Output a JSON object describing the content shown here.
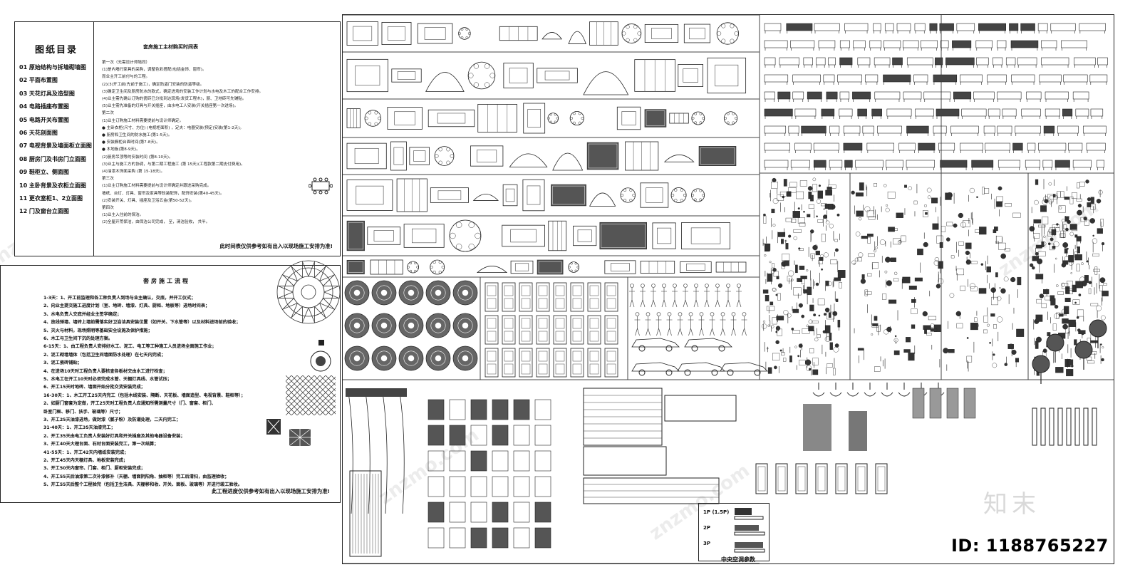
{
  "index_panel": {
    "title": "图纸目录",
    "items": [
      "01 原始结构与拆墙砌墙图",
      "02 平面布置图",
      "03 天花灯具及造型图",
      "04 电路插座布置图",
      "05 电路开关布置图",
      "06 天花剖面图",
      "07 电视背景及墙面柜立面图",
      "08 厨房门及书房门立面图",
      "09 鞋柜立、侧面图",
      "10 主卧背景及衣柜立面图",
      "11 更衣室柜1、2立面图",
      "12 门及窗台立面图"
    ],
    "schedule_title": "套房施工主材购买时间表",
    "schedule_lines": [
      "第一次（无需设计师陪同）",
      "(1)是内墙行家具的采购，调整色彩搭配(包括金饰、窗帘)。",
      "    而业主开工前付与的工程。",
      "(2)(3)开工前(先前于施工)，确定防盗门安装的防盗等级。",
      "(3)确定卫生间及厨房防水的款式，确定进场的安装工作计划与水电及木工的配合工作安排。",
      "(4)业主需先确认订购的瓷砖已分批到达现场(发货工程木)，厨、卫地砖可先铺贴。",
      "(5)业主需先准备的灯具与开关插座，由水电工人安装(开关插座第一次进场)。",
      "第二次",
      "(1)业主订购施工材料需要提前与设计师确定。",
      "    ● 主卧衣柜(尺寸、方位)  (电视柜面积)  ，定夫：电器安装(预定)安装(第1-2天)。",
      "    ● 厨房和卫生间的防水施工(第1-5天)。",
      "    ● 安装橱柜台面时间(第7-8天)。",
      "    ● 木地板(第8-9天)。",
      "(2)厨房吊顶等的安装时间  (第8-10天)。",
      "(3)业主与施工方的协调，与第二期工程施工  (第 15天)(工程款第二期支付费用)。",
      "(4)油漆木饰面采购  (第 15-18天)。",
      "第三次",
      "(1)业主订购施工材料需要提前与设计师确定并跟进采购完成。",
      "    墙纸、台灯、灯具、窗帘及家具等软装配饰，配饰安装(第40-45天)。",
      "    (2)安装开关、灯具、插座及卫浴五金(第50-52天)。",
      "第四次",
      "(1)业主入住前的保洁。",
      "(2)全屋开荒保洁，由保洁公司完成，        至，清洁验收，        共半。"
    ],
    "footer": "此时间表仅供参考如有出入以现场施工安排为准!"
  },
  "process_panel": {
    "title": "套房施工流程",
    "lines": [
      "1-3天：1、开工前监理和各工种负责人到场与业主确认，交底，并开工仪式；",
      "       2、向业主提交施工进度计划（室、地砖、墙漆、灯具、厨柜、地板等）进场时间表；",
      "       3、水电负责人交底并经业主签字确定；",
      "       4、放线弹墙、墙砖上墙前需落实好卫浴洁具安装位置（如开关、下水管等）以及材料进场前的验收；",
      "       5、灭火与材料，现场照明等基础安全设施及保护措施；",
      "       6、木工与卫生间下沉的处理方案。",
      "6-15天：1、由工程负责人安排好水工、泥工、电工等工种施工人员进场全面施工作业；",
      "       2、泥工砌墙墙体（包括卫生间墙面防水处理）在七天内完成；",
      "       3、泥工瓷砖铺贴；",
      "       4、在进场10天时工程负责人要核查各板材交由水工进行检查；",
      "       5、水电工在开工10天时必须完成水管、天棚灯具线、水管试压；",
      "       6、开工15天时地砖、墙面开始分批交货安装完成；",
      "16-30天：1、木工开工25天内完工（包括木线安装、隔断、天花板、墙面造型、电视背景、鞋柜等）；",
      "       2、如厨门窗套为定做，开工25天时工程负责人应通知所需测量尺寸（门、窗套、柜门、",
      "          卧室门框、移门、扶手、玻璃等）尺寸；",
      "       3、开工25天油漆进场，做封漆（腻子粉）及防潮处理，二天内完工；",
      "31-40天：1、开工35天油漆完工；",
      "       2、开工35天由电工负责人安装好灯具和开关插座及其他电器设备安装；",
      "       3、开工40天大理台面、石材台面安装完工，第一次结算；",
      "41-55天：1、开工42天内墙纸安装完成；",
      "       2、开工45天内天棚灯具、地板安装完成；",
      "       3、开工50天内窗帘、门套、柜门、厨柜安装完成；",
      "       4、开工55天后油漆第二次补漆修补（天棚、墙面阴阳角、抽柜等）完工后清扫，由监理验收；",
      "       5、开工55天后整个工程验完（包括卫生洁具、天棚移和收、开关、面板、玻璃等）开进行竣工验收。"
    ],
    "footer": "此工程进度仅供参考如有出入以现场施工安排为准!"
  },
  "hvac": {
    "caption": "中央空调参数",
    "rows": [
      "1P (1.5P)",
      "2P",
      "3P"
    ]
  },
  "branding": {
    "logo_text": "知末",
    "id_text": "ID: 1188765227",
    "watermark": "znzmo.com"
  },
  "colors": {
    "line": "#222222",
    "fill_dark": "#555555",
    "fill_mid": "#8a8a8a",
    "watermark": "#ececec"
  }
}
